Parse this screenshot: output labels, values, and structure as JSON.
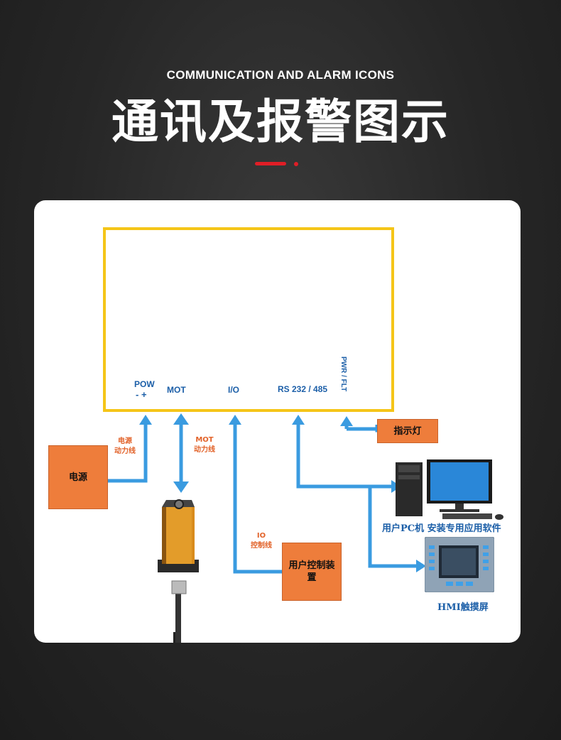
{
  "header": {
    "subtitle": "COMMUNICATION AND ALARM ICONS",
    "title": "通讯及报警图示"
  },
  "diagram": {
    "ports": {
      "pow": "POW",
      "pow_polarity": "-   +",
      "mot": "MOT",
      "io": "I/O",
      "rs": "RS 232 / 485",
      "pwr_flt": "PWR / FLT"
    },
    "boxes": {
      "power_supply": "电源",
      "indicator": "指示灯",
      "user_control": "用户控制装置"
    },
    "line_labels": {
      "power_line": "电源\n动力线",
      "mot_line": "MOT\n动力线",
      "io_line": "IO\n控制线"
    },
    "devices": {
      "pc": "用户PC机  安装专用应用软件",
      "hmi": "HMI触摸屏"
    },
    "colors": {
      "accent_red": "#e01e26",
      "frame_yellow": "#f5c518",
      "arrow_blue": "#3a9be0",
      "box_orange": "#ee7d3b",
      "label_blue": "#1c5fa8"
    }
  }
}
